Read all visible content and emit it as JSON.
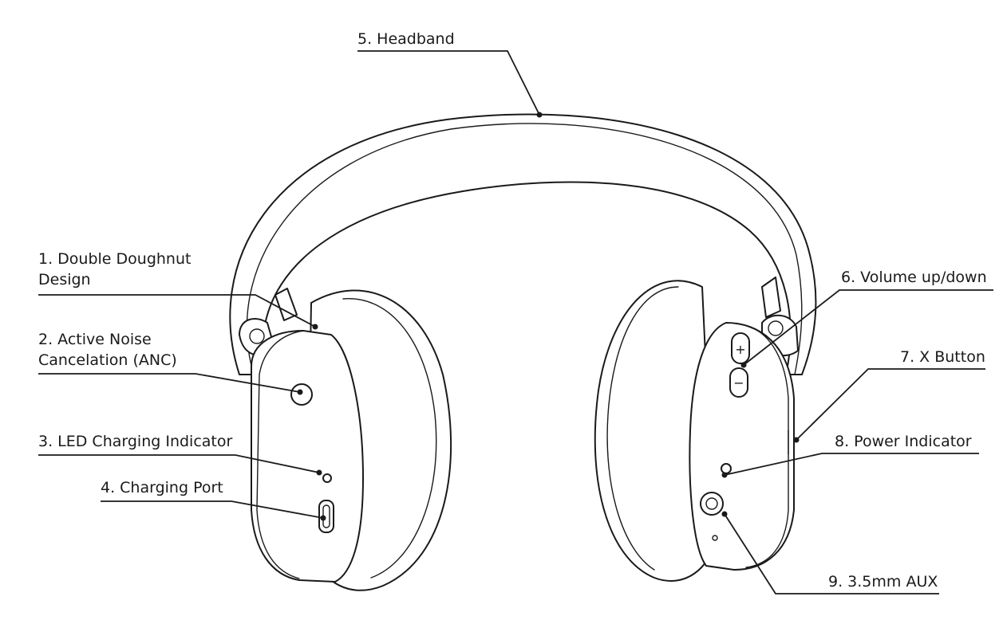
{
  "labels": {
    "headband": "5. Headband",
    "double_doughnut": [
      "1. Double Doughnut",
      "Design"
    ],
    "anc": [
      "2. Active Noise",
      "Cancelation (ANC)"
    ],
    "led_charging": "3. LED Charging Indicator",
    "charging_port": "4. Charging Port",
    "volume": "6.  Volume up/down",
    "x_button": "7. X Button",
    "power_indicator": "8. Power Indicator",
    "aux": "9. 3.5mm AUX"
  },
  "volume_button_symbols": {
    "up": "+",
    "down": "−"
  }
}
